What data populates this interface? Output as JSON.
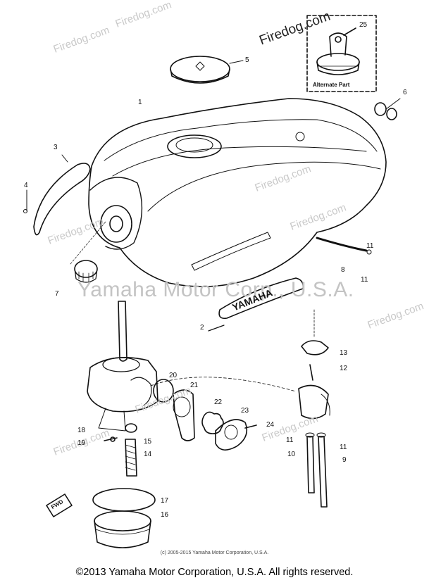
{
  "watermarks": {
    "small": "Firedog.com",
    "main": "Yamaha Motor Corp., U.S.A.",
    "brand": "Firedog.com"
  },
  "inset_label": "Alternate Part",
  "tank_emblem": "YAMAHA",
  "fwd_label": "FWD",
  "callouts": [
    "1",
    "2",
    "3",
    "4",
    "5",
    "6",
    "7",
    "8",
    "9",
    "10",
    "11",
    "11",
    "11",
    "11",
    "12",
    "13",
    "14",
    "15",
    "16",
    "17",
    "18",
    "19",
    "20",
    "21",
    "22",
    "23",
    "24",
    "25"
  ],
  "small_copyright": "(c) 2005-2015 Yamaha Motor Corporation, U.S.A.",
  "footer_copyright": "©2013 Yamaha Motor Corporation, U.S.A. All rights reserved."
}
